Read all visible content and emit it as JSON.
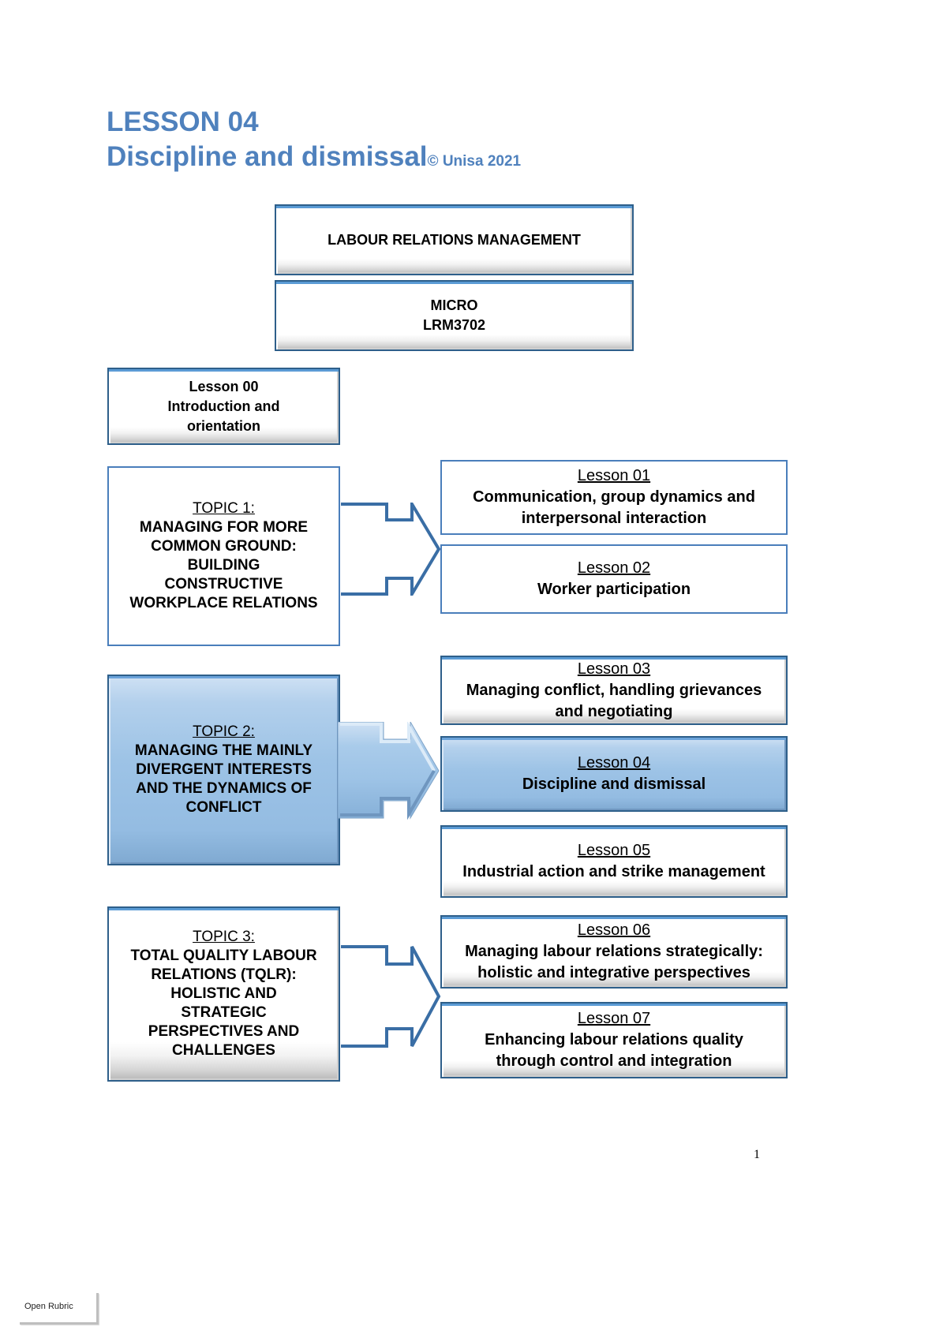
{
  "document": {
    "title_line1": "LESSON 04",
    "title_line2": "Discipline and dismissal",
    "copyright": "© Unisa 2021",
    "page_number": "1",
    "accent_color": "#4f81bd",
    "highlight_color": "#9dc3e6",
    "border_color": "#4a7ebb"
  },
  "header_boxes": [
    {
      "label": "LABOUR RELATIONS MANAGEMENT"
    },
    {
      "line1": "MICRO",
      "line2": "LRM3702"
    }
  ],
  "intro_box": {
    "heading": "Lesson 00",
    "line1": "Introduction and",
    "line2": "orientation"
  },
  "topics": [
    {
      "heading": "TOPIC 1:",
      "lines": [
        "MANAGING FOR MORE",
        "COMMON GROUND:",
        "BUILDING",
        "CONSTRUCTIVE",
        "WORKPLACE RELATIONS"
      ],
      "highlighted": false
    },
    {
      "heading": "TOPIC 2:",
      "lines": [
        "MANAGING THE MAINLY",
        "DIVERGENT INTERESTS",
        "AND THE DYNAMICS OF",
        "CONFLICT"
      ],
      "highlighted": true
    },
    {
      "heading": "TOPIC 3:",
      "lines": [
        "TOTAL QUALITY LABOUR",
        "RELATIONS (TQLR):",
        "HOLISTIC AND",
        "STRATEGIC",
        "PERSPECTIVES AND",
        "CHALLENGES"
      ],
      "highlighted": false
    }
  ],
  "lessons": [
    {
      "heading": "Lesson 01",
      "line1": "Communication, group dynamics and",
      "line2": "interpersonal interaction",
      "highlighted": false
    },
    {
      "heading": "Lesson 02",
      "line1": "Worker participation",
      "line2": "",
      "highlighted": false
    },
    {
      "heading": "Lesson 03",
      "line1": "Managing conflict, handling grievances",
      "line2": "and negotiating",
      "highlighted": false
    },
    {
      "heading": "Lesson 04",
      "line1": "Discipline and dismissal",
      "line2": "",
      "highlighted": true
    },
    {
      "heading": "Lesson 05",
      "line1": "Industrial action and strike management",
      "line2": "",
      "highlighted": false
    },
    {
      "heading": "Lesson 06",
      "line1": "Managing labour relations strategically:",
      "line2": "holistic and integrative perspectives",
      "highlighted": false
    },
    {
      "heading": "Lesson 07",
      "line1": "Enhancing labour relations quality",
      "line2": "through control and integration",
      "highlighted": false
    }
  ],
  "footer": {
    "open_rubric_label": "Open Rubric"
  }
}
